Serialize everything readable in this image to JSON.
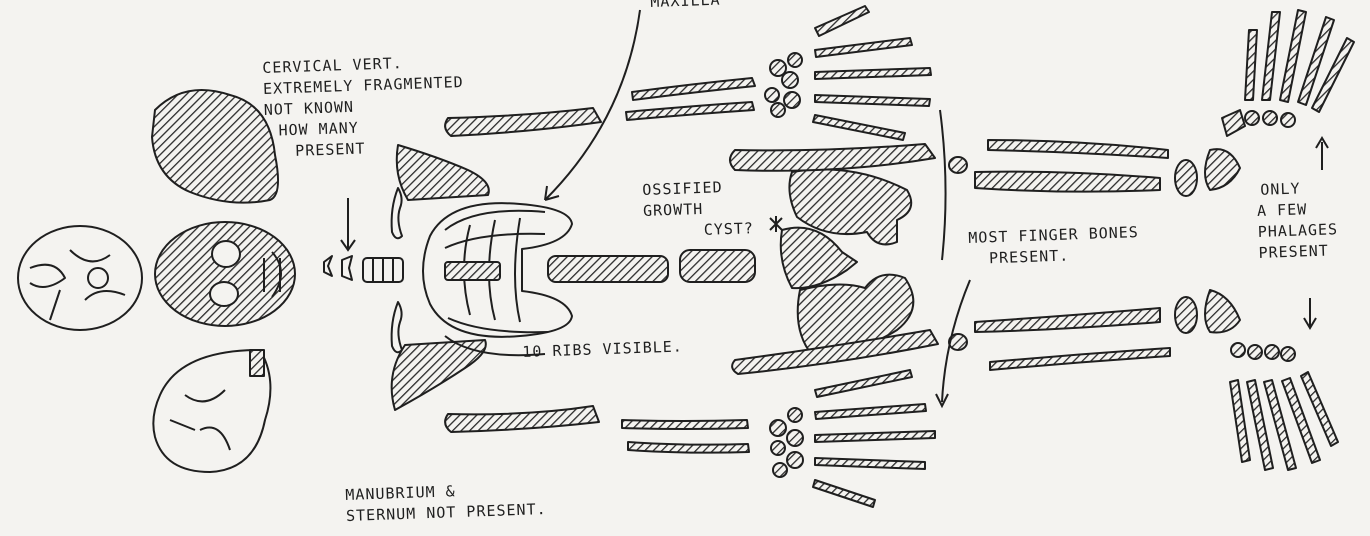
{
  "colors": {
    "paper": "#f4f3f0",
    "ink": "#1f1f1f",
    "hatch": "#2a2a2a"
  },
  "annotations": {
    "top_label": "MAXILLA",
    "cervical": [
      "CERVICAL VERT.",
      "EXTREMELY FRAGMENTED",
      "NOT KNOWN",
      "HOW MANY",
      "PRESENT"
    ],
    "ossified": [
      "OSSIFIED",
      "GROWTH",
      "CYST?"
    ],
    "ribs": "10 RIBS VISIBLE.",
    "fingers": [
      "MOST FINGER BONES",
      "PRESENT."
    ],
    "phalanges": [
      "ONLY",
      "A FEW",
      "PHALAGES",
      "PRESENT"
    ],
    "sternum": [
      "MANUBRIUM &",
      "STERNUM NOT PRESENT."
    ]
  }
}
